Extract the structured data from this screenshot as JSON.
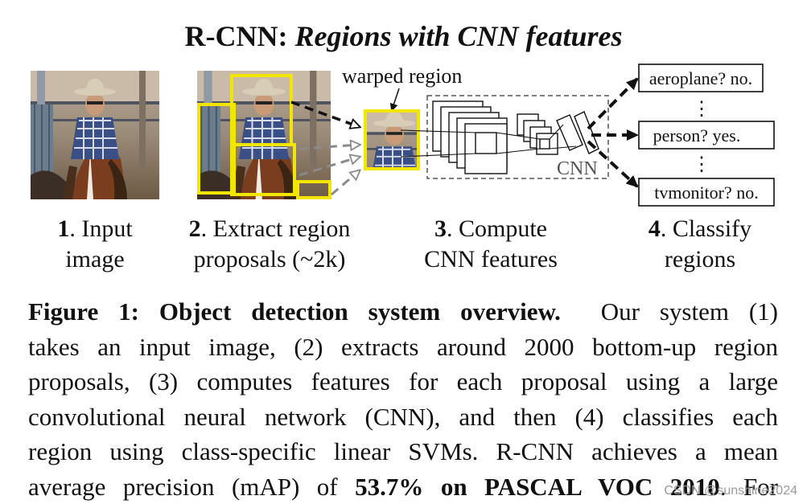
{
  "title": {
    "prefix": "R-CNN:",
    "rest": "Regions with CNN features"
  },
  "diagram": {
    "warped_label": "warped region",
    "cnn_label": "CNN",
    "classes": [
      "aeroplane? no.",
      "person? yes.",
      "tvmonitor? no."
    ],
    "ellipsis": "⋮"
  },
  "steps": [
    {
      "num": "1",
      "text1": ". Input",
      "text2": "image"
    },
    {
      "num": "2",
      "text1": ". Extract region",
      "text2": "proposals (~2k)"
    },
    {
      "num": "3",
      "text1": ". Compute",
      "text2": "CNN features"
    },
    {
      "num": "4",
      "text1": ". Classify",
      "text2": "regions"
    }
  ],
  "caption": {
    "label": "Figure 1:  Object detection system overview.",
    "line1_rest": "Our system (1)",
    "line2": "takes an input image, (2) extracts around 2000 bottom-up region",
    "line3": "proposals, (3) computes features for each proposal using a large",
    "line4": "convolutional neural network (CNN), and then (4) classifies each",
    "line5": "region using class-specific linear SVMs. R-CNN achieves a mean",
    "line6_pre": "average precision (mAP) of",
    "line6_bold": "53.7% on PASCAL VOC 2010",
    "line6_post": ". For"
  },
  "watermark": "CSDN @sunshine2024",
  "colors": {
    "proposal_box": "#f2e600",
    "arrow_gray": "#8a8a8a",
    "arrow_black": "#111111"
  }
}
